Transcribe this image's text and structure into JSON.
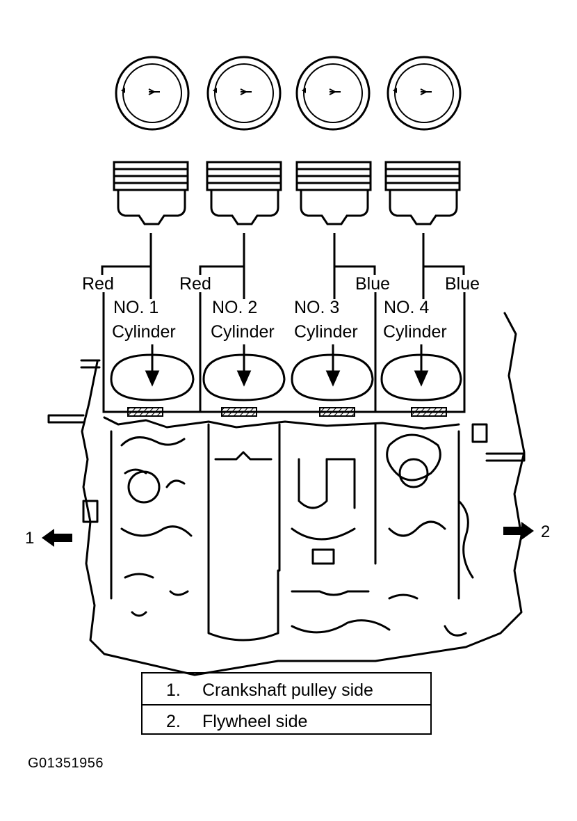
{
  "pistons": [
    {
      "color": "Red",
      "cylinder_no": "NO. 1",
      "cylinder_word": "Cylinder"
    },
    {
      "color": "Red",
      "cylinder_no": "NO. 2",
      "cylinder_word": "Cylinder"
    },
    {
      "color": "Blue",
      "cylinder_no": "NO. 3",
      "cylinder_word": "Cylinder"
    },
    {
      "color": "Blue",
      "cylinder_no": "NO. 4",
      "cylinder_word": "Cylinder"
    }
  ],
  "direction_markers": {
    "left": "1",
    "right": "2"
  },
  "legend": [
    {
      "num": "1.",
      "text": "Crankshaft pulley side"
    },
    {
      "num": "2.",
      "text": "Flywheel side"
    }
  ],
  "figure_id": "G01351956"
}
